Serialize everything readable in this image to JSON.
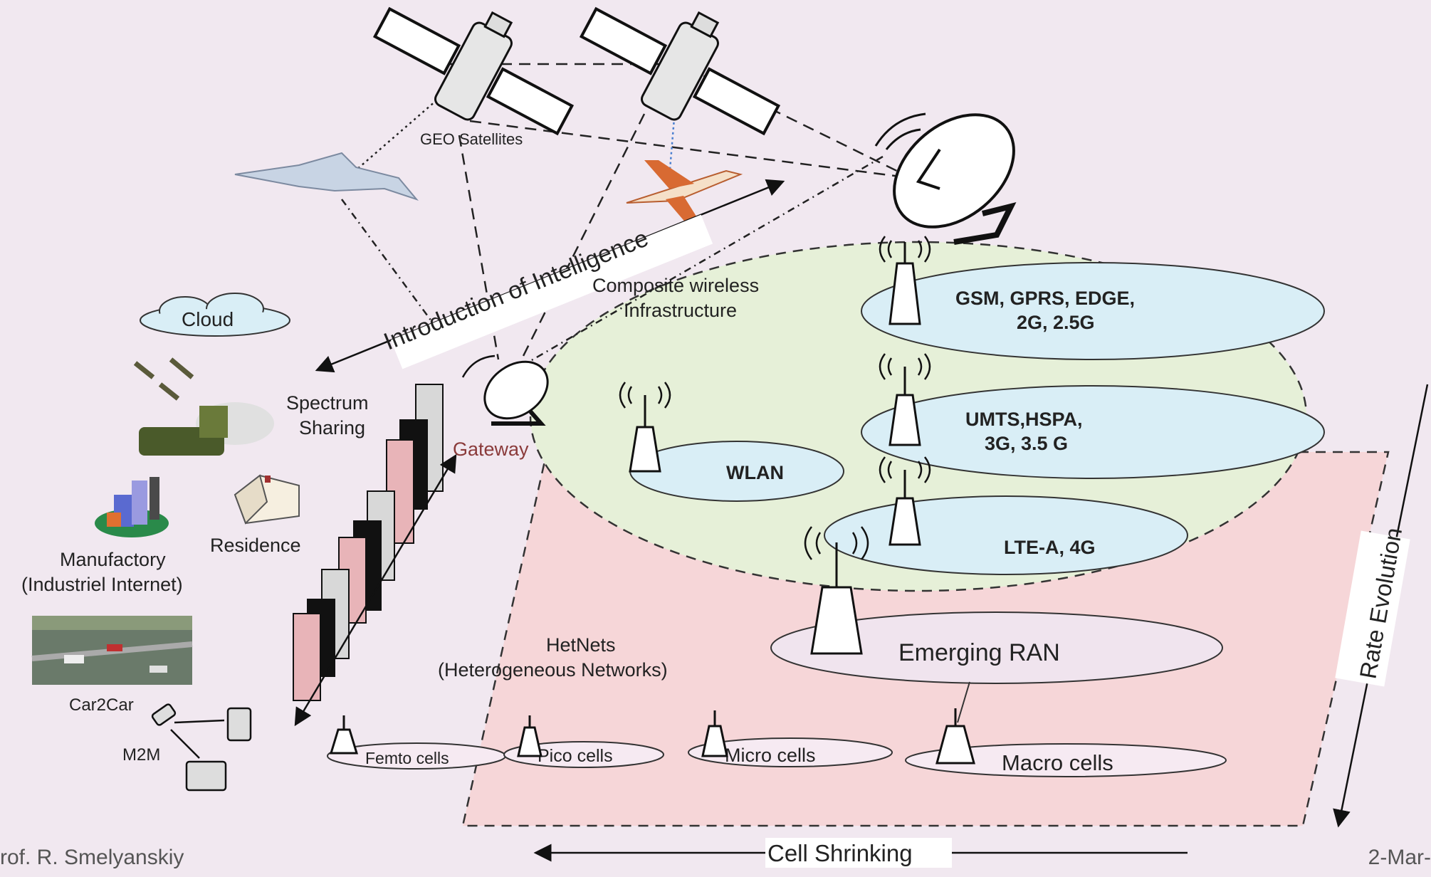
{
  "labels": {
    "geo_satellites": "GEO Satellites",
    "introduction": "Introduction of Intelligence",
    "composite_1": "Composite wireless",
    "composite_2": "Infrastructure",
    "gsm_1": "GSM, GPRS, EDGE,",
    "gsm_2": "2G, 2.5G",
    "umts_1": "UMTS,HSPA,",
    "umts_2": "3G, 3.5 G",
    "lte": "LTE-A, 4G",
    "wlan": "WLAN",
    "cloud": "Cloud",
    "spectrum_1": "Spectrum",
    "spectrum_2": "Sharing",
    "gateway": "Gateway",
    "residence": "Residence",
    "manufactory_1": "Manufactory",
    "manufactory_2": "(Industriel Internet)",
    "car2car": "Car2Car",
    "m2m": "M2M",
    "hetnets_1": "HetNets",
    "hetnets_2": "(Heterogeneous Networks)",
    "emerging_ran": "Emerging RAN",
    "femto": "Femto cells",
    "pico": "Pico cells",
    "micro": "Micro  cells",
    "macro": "Macro    cells",
    "rate_evolution": "Rate Evolution",
    "cell_shrinking": "Cell Shrinking"
  },
  "footer": {
    "author": "rof. R. Smelyanskiy",
    "date": "2-Mar-"
  },
  "colors": {
    "background": "#f1e8f0",
    "composite_fill": "#e6f0d8",
    "cell_fill": "#d9eef6",
    "hetnet_fill": "#f6d6d8",
    "bar_pink": "#e8b4b8",
    "bar_grey": "#d8d8d8",
    "bar_black": "#111111"
  }
}
